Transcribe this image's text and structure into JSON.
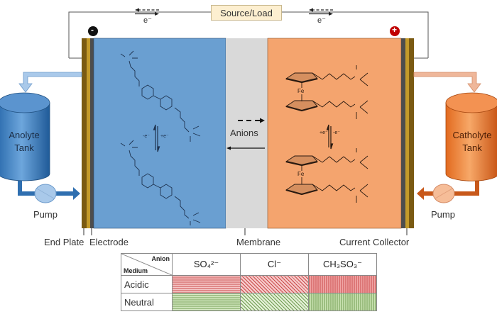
{
  "source_load": "Source/Load",
  "electron_left": "e⁻",
  "electron_right": "e⁻",
  "terminals": {
    "negative": "-",
    "positive": "+"
  },
  "anolyte_tank": {
    "line1": "Anolyte",
    "line2": "Tank"
  },
  "catholyte_tank": {
    "line1": "Catholyte",
    "line2": "Tank"
  },
  "pump_left": "Pump",
  "pump_right": "Pump",
  "membrane_label": "Anions",
  "anolyte_redox": {
    "left": "-e⁻",
    "right": "+e⁻"
  },
  "catholyte_redox": {
    "left": "+e⁻",
    "right": "-e⁻"
  },
  "ferrocene_fe": "Fe",
  "labels": {
    "end_plate": "End Plate",
    "electrode": "Electrode",
    "membrane": "Membrane",
    "current_collector": "Current Collector"
  },
  "colors": {
    "anolyte": "#6a9fd1",
    "catholyte": "#f4a46e",
    "membrane": "#d9d9d9",
    "acidic_hatch": "#c94a4a",
    "neutral_hatch": "#6f9a4f"
  },
  "legend_table": {
    "corner_anion": "Anion",
    "corner_medium": "Medium",
    "columns": [
      "SO₄²⁻",
      "Cl⁻",
      "CH₃SO₃⁻"
    ],
    "rows": [
      {
        "label": "Acidic",
        "cells": [
          "horizontal-red",
          "diagonal-red",
          "vertical-red"
        ]
      },
      {
        "label": "Neutral",
        "cells": [
          "horizontal-green",
          "diagonal-green",
          "vertical-green"
        ]
      }
    ]
  }
}
